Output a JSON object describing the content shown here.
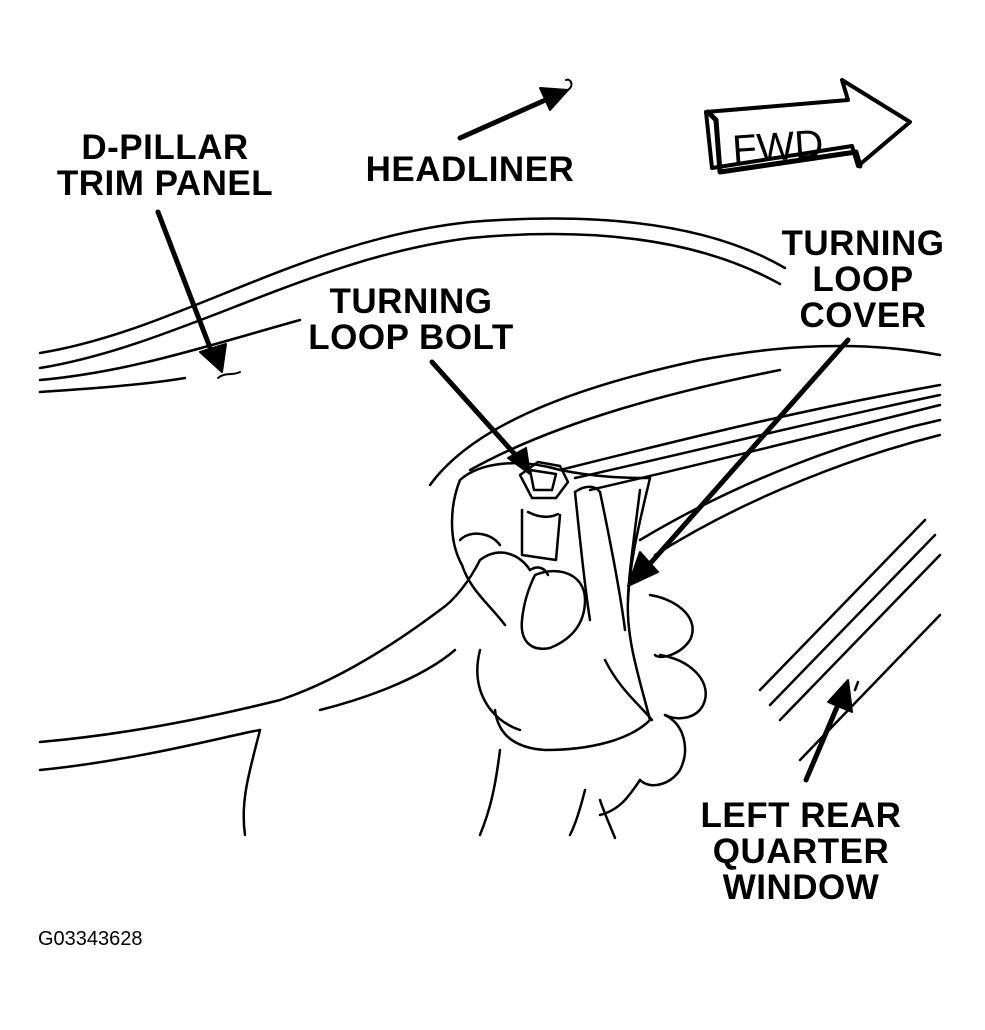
{
  "labels": {
    "d_pillar": [
      "D-PILLAR",
      "TRIM PANEL"
    ],
    "headliner": "HEADLINER",
    "fwd": "FWD",
    "turning_loop_cover": [
      "TURNING",
      "LOOP",
      "COVER"
    ],
    "turning_loop_bolt": [
      "TURNING",
      "LOOP BOLT"
    ],
    "left_rear_quarter_window": [
      "LEFT REAR",
      "QUARTER",
      "WINDOW"
    ]
  },
  "figure_id": "G03343628"
}
